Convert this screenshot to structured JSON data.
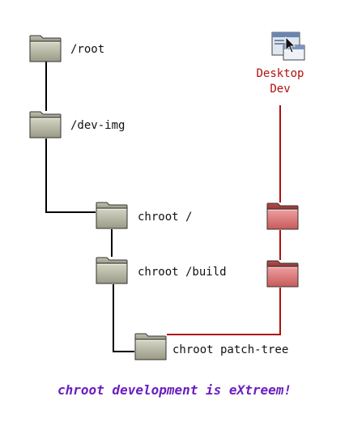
{
  "nodes": {
    "root": {
      "label": "/root"
    },
    "dev_img": {
      "label": "/dev-img"
    },
    "chroot_root": {
      "label": "chroot /"
    },
    "chroot_build": {
      "label": "chroot /build"
    },
    "chroot_patch_tree": {
      "label": "chroot patch-tree"
    },
    "desktop_dev": {
      "label_line1": "Desktop",
      "label_line2": "Dev"
    }
  },
  "caption": "chroot development is eXtreem!",
  "colors": {
    "folder_gray": "#b9b9a6",
    "folder_red": "#d97070",
    "black_line": "#000000",
    "red_line": "#b01010",
    "caption": "#6a1fc0"
  },
  "icons": {
    "folder": "folder-icon",
    "desktop": "desktop-window-icon"
  }
}
